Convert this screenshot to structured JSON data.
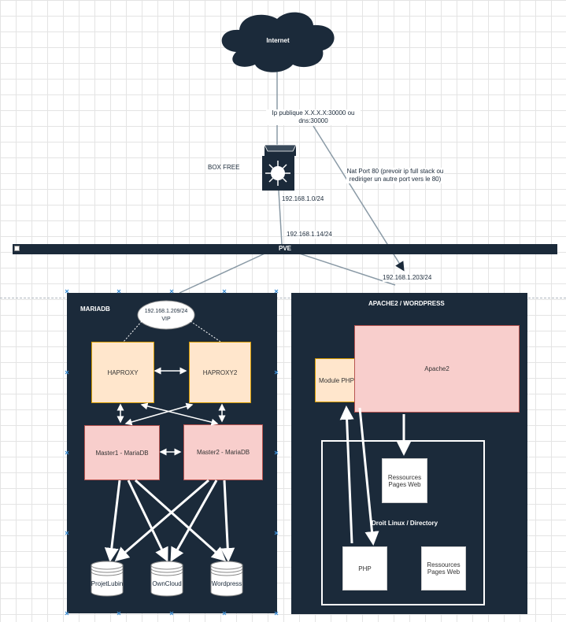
{
  "cloud": {
    "label": "Internet"
  },
  "links": {
    "public_ip": "Ip publique X.X.X.X:30000 ou dns:30000",
    "nat": "Nat Port 80 (prevoir ip full stack ou rediriger un autre port vers le 80)",
    "box_subnet": "192.168.1.0/24",
    "pve_ip": "192.168.1.14/24",
    "apache_ip": "192.168.1.203/24"
  },
  "router": {
    "label": "BOX FREE"
  },
  "pve": {
    "label": "PVE"
  },
  "mariadb": {
    "title": "MARIADB",
    "vip_ip": "192.168.1.209/24",
    "vip_label": "VIP",
    "haproxy1": "HAPROXY",
    "haproxy2": "HAPROXY2",
    "master1": "Master1 - MariaDB",
    "master2": "Master2 - MariaDB",
    "databases": [
      "ProjetLubin",
      "OwnCloud",
      "Wordpress"
    ]
  },
  "apache": {
    "title": "APACHE2 / WORDPRESS",
    "module_php": "Module PHP",
    "apache2": "Apache2",
    "directory": "Droit Linux / Directory",
    "res1": "Ressources Pages Web",
    "php": "PHP",
    "res2": "Ressources Pages Web"
  }
}
